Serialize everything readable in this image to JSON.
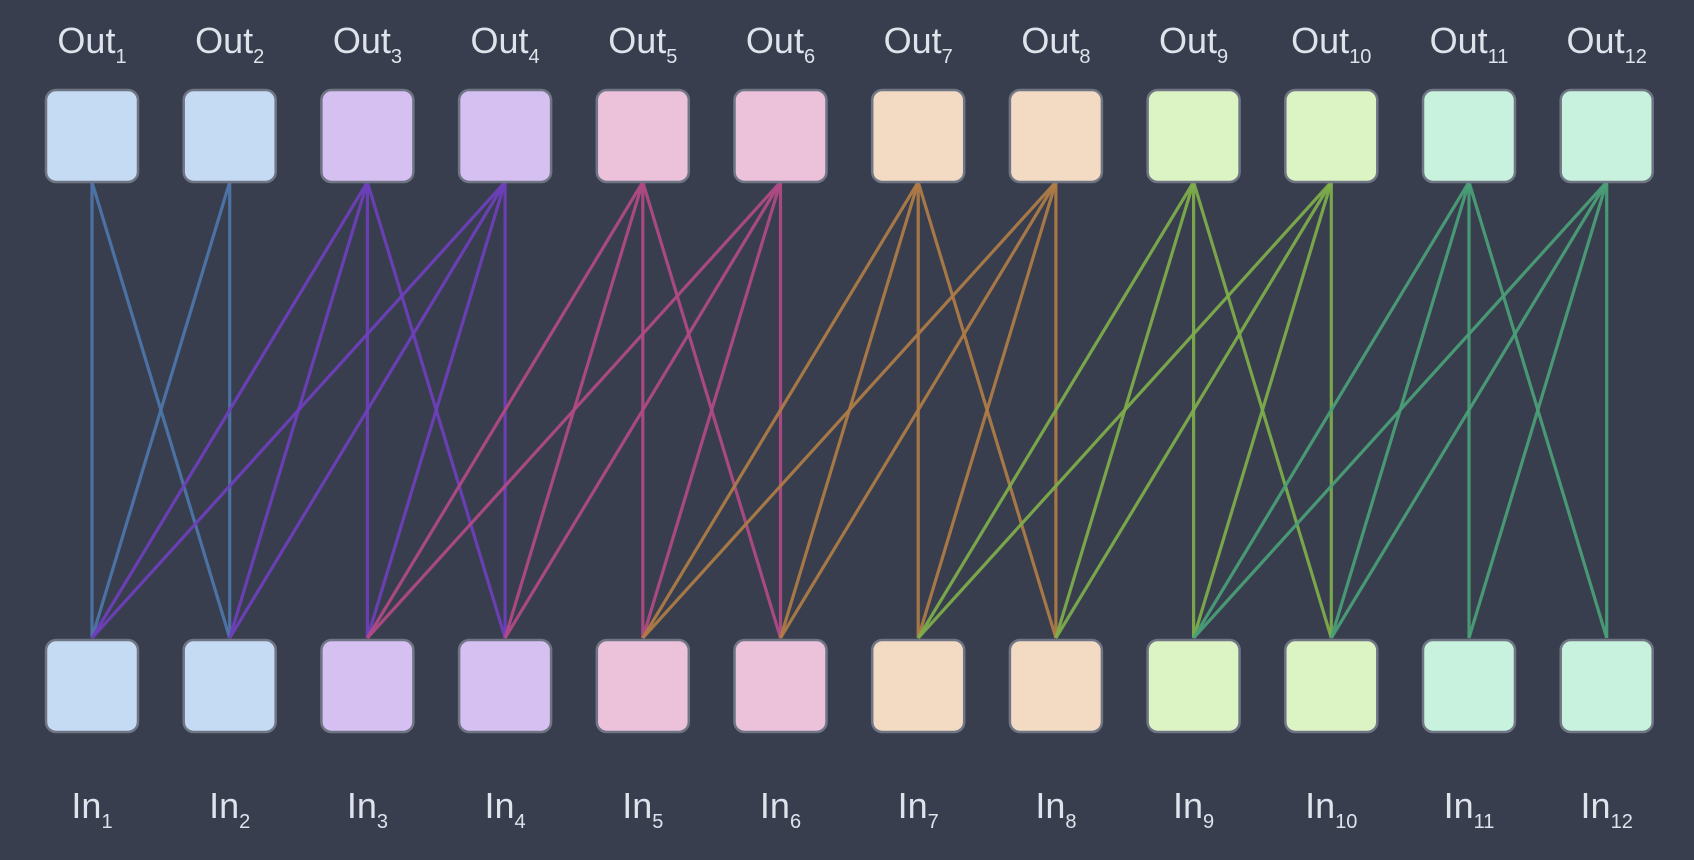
{
  "diagram": {
    "kind": "bipartite-connection-diagram",
    "background": "#383e4d",
    "groups": [
      {
        "fill": "#c5dbf3",
        "stroke": "#4e76ab"
      },
      {
        "fill": "#d6c0f2",
        "stroke": "#6f3fbd"
      },
      {
        "fill": "#ecc1da",
        "stroke": "#b24a86"
      },
      {
        "fill": "#f2dbc2",
        "stroke": "#b07c47"
      },
      {
        "fill": "#dcf3c3",
        "stroke": "#7fae4b"
      },
      {
        "fill": "#c8f2dd",
        "stroke": "#4b9f78"
      }
    ],
    "outputs": [
      {
        "base": "Out",
        "sub": "1"
      },
      {
        "base": "Out",
        "sub": "2"
      },
      {
        "base": "Out",
        "sub": "3"
      },
      {
        "base": "Out",
        "sub": "4"
      },
      {
        "base": "Out",
        "sub": "5"
      },
      {
        "base": "Out",
        "sub": "6"
      },
      {
        "base": "Out",
        "sub": "7"
      },
      {
        "base": "Out",
        "sub": "8"
      },
      {
        "base": "Out",
        "sub": "9"
      },
      {
        "base": "Out",
        "sub": "10"
      },
      {
        "base": "Out",
        "sub": "11"
      },
      {
        "base": "Out",
        "sub": "12"
      }
    ],
    "inputs": [
      {
        "base": "In",
        "sub": "1"
      },
      {
        "base": "In",
        "sub": "2"
      },
      {
        "base": "In",
        "sub": "3"
      },
      {
        "base": "In",
        "sub": "4"
      },
      {
        "base": "In",
        "sub": "5"
      },
      {
        "base": "In",
        "sub": "6"
      },
      {
        "base": "In",
        "sub": "7"
      },
      {
        "base": "In",
        "sub": "8"
      },
      {
        "base": "In",
        "sub": "9"
      },
      {
        "base": "In",
        "sub": "10"
      },
      {
        "base": "In",
        "sub": "11"
      },
      {
        "base": "In",
        "sub": "12"
      }
    ],
    "connections": [
      {
        "out": 1,
        "ins": [
          1,
          2
        ]
      },
      {
        "out": 2,
        "ins": [
          1,
          2
        ]
      },
      {
        "out": 3,
        "ins": [
          1,
          2,
          3,
          4
        ]
      },
      {
        "out": 4,
        "ins": [
          1,
          2,
          3,
          4
        ]
      },
      {
        "out": 5,
        "ins": [
          3,
          4,
          5,
          6
        ]
      },
      {
        "out": 6,
        "ins": [
          3,
          4,
          5,
          6
        ]
      },
      {
        "out": 7,
        "ins": [
          5,
          6,
          7,
          8
        ]
      },
      {
        "out": 8,
        "ins": [
          5,
          6,
          7,
          8
        ]
      },
      {
        "out": 9,
        "ins": [
          7,
          8,
          9,
          10
        ]
      },
      {
        "out": 10,
        "ins": [
          7,
          8,
          9,
          10
        ]
      },
      {
        "out": 11,
        "ins": [
          9,
          10,
          11,
          12
        ]
      },
      {
        "out": 12,
        "ins": [
          9,
          10,
          11,
          12
        ]
      }
    ]
  }
}
